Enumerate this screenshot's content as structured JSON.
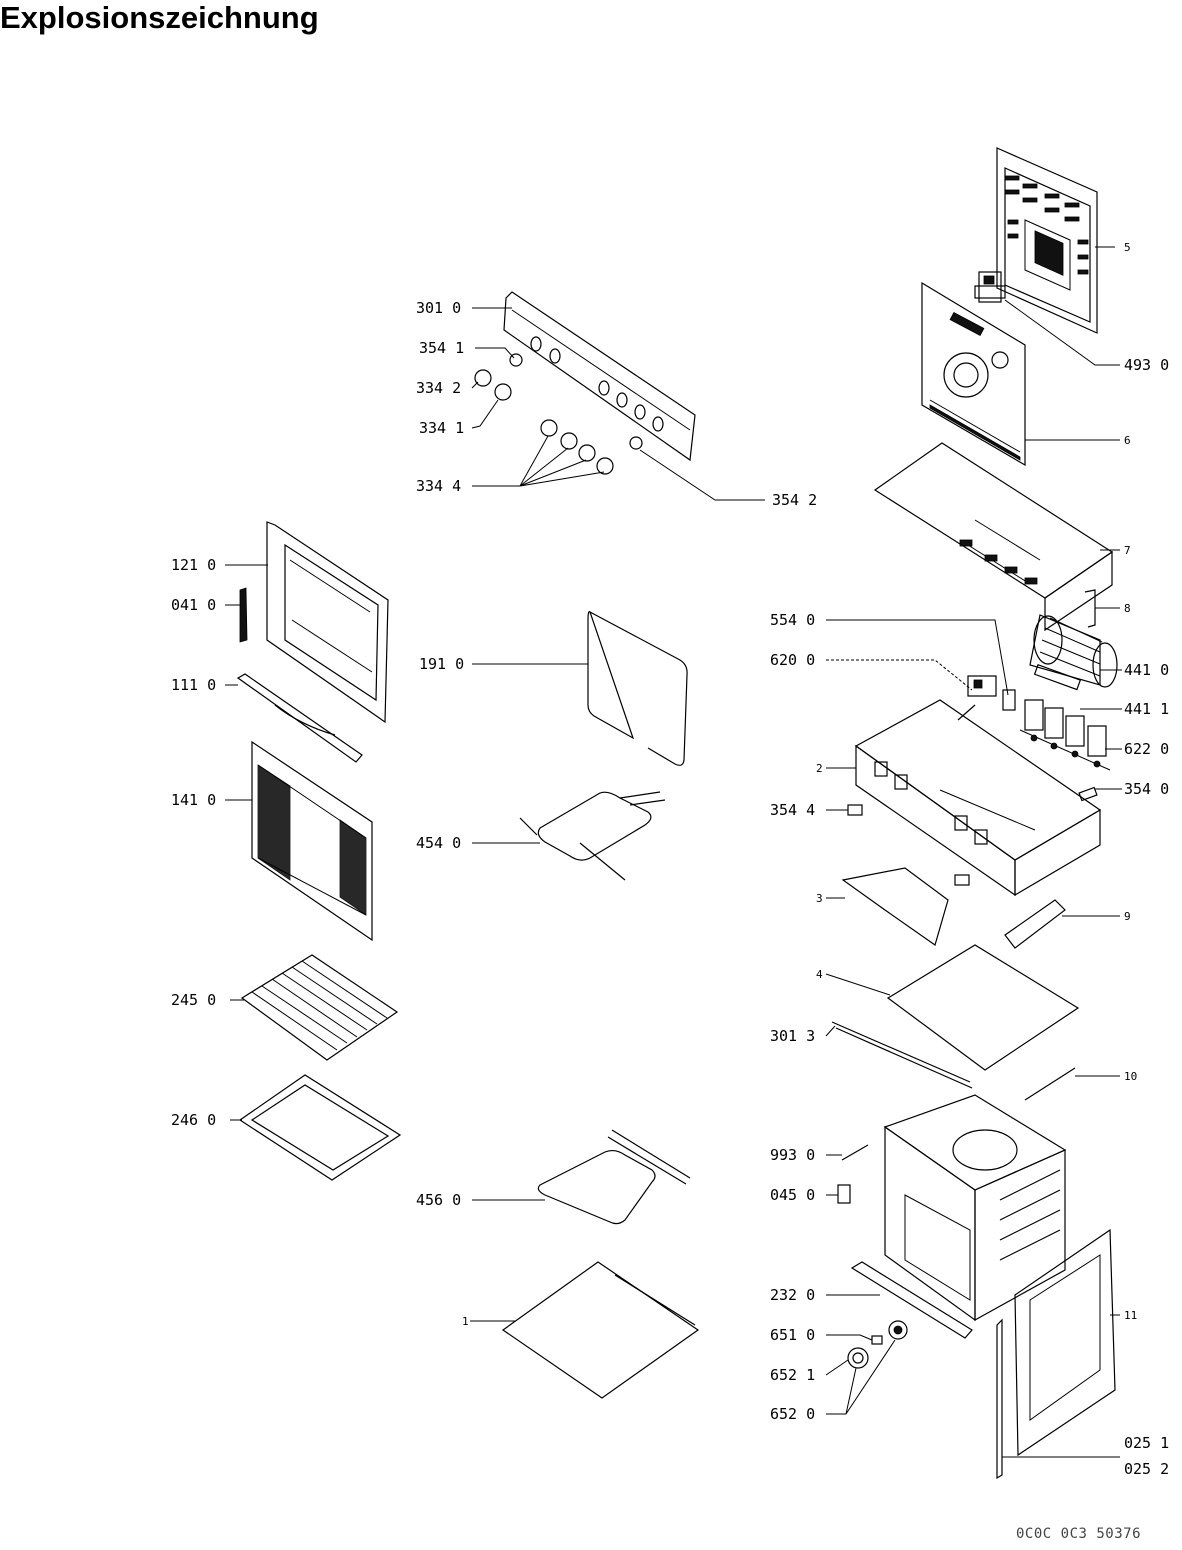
{
  "title": "Explosionszeichnung",
  "document_code": "0C0C 0C3 50376",
  "callouts": [
    {
      "id": "c5",
      "text": "5"
    },
    {
      "id": "c4930",
      "text": "493 0"
    },
    {
      "id": "c6",
      "text": "6"
    },
    {
      "id": "c7",
      "text": "7"
    },
    {
      "id": "c8",
      "text": "8"
    },
    {
      "id": "c4410",
      "text": "441 0"
    },
    {
      "id": "c4411",
      "text": "441 1"
    },
    {
      "id": "c6220",
      "text": "622 0"
    },
    {
      "id": "c3540",
      "text": "354 0"
    },
    {
      "id": "c9",
      "text": "9"
    },
    {
      "id": "c10",
      "text": "10"
    },
    {
      "id": "c11",
      "text": "11"
    },
    {
      "id": "c0251",
      "text": "025 1"
    },
    {
      "id": "c0252",
      "text": "025 2"
    },
    {
      "id": "c3010",
      "text": "301 0"
    },
    {
      "id": "c3541",
      "text": "354 1"
    },
    {
      "id": "c3342",
      "text": "334 2"
    },
    {
      "id": "c3341",
      "text": "334 1"
    },
    {
      "id": "c3344",
      "text": "334 4"
    },
    {
      "id": "c3542",
      "text": "354 2"
    },
    {
      "id": "c1210",
      "text": "121 0"
    },
    {
      "id": "c0410",
      "text": "041 0"
    },
    {
      "id": "c1110",
      "text": "111 0"
    },
    {
      "id": "c1410",
      "text": "141 0"
    },
    {
      "id": "c2450",
      "text": "245 0"
    },
    {
      "id": "c2460",
      "text": "246 0"
    },
    {
      "id": "c1910",
      "text": "191 0"
    },
    {
      "id": "c4540",
      "text": "454 0"
    },
    {
      "id": "c4560",
      "text": "456 0"
    },
    {
      "id": "c1",
      "text": "1"
    },
    {
      "id": "c5540",
      "text": "554 0"
    },
    {
      "id": "c6200",
      "text": "620 0"
    },
    {
      "id": "c2",
      "text": "2"
    },
    {
      "id": "c3544",
      "text": "354 4"
    },
    {
      "id": "c3",
      "text": "3"
    },
    {
      "id": "c4",
      "text": "4"
    },
    {
      "id": "c3013",
      "text": "301 3"
    },
    {
      "id": "c9930",
      "text": "993 0"
    },
    {
      "id": "c0450",
      "text": "045 0"
    },
    {
      "id": "c2320",
      "text": "232 0"
    },
    {
      "id": "c6510",
      "text": "651 0"
    },
    {
      "id": "c6521",
      "text": "652 1"
    },
    {
      "id": "c6520",
      "text": "652 0"
    }
  ]
}
